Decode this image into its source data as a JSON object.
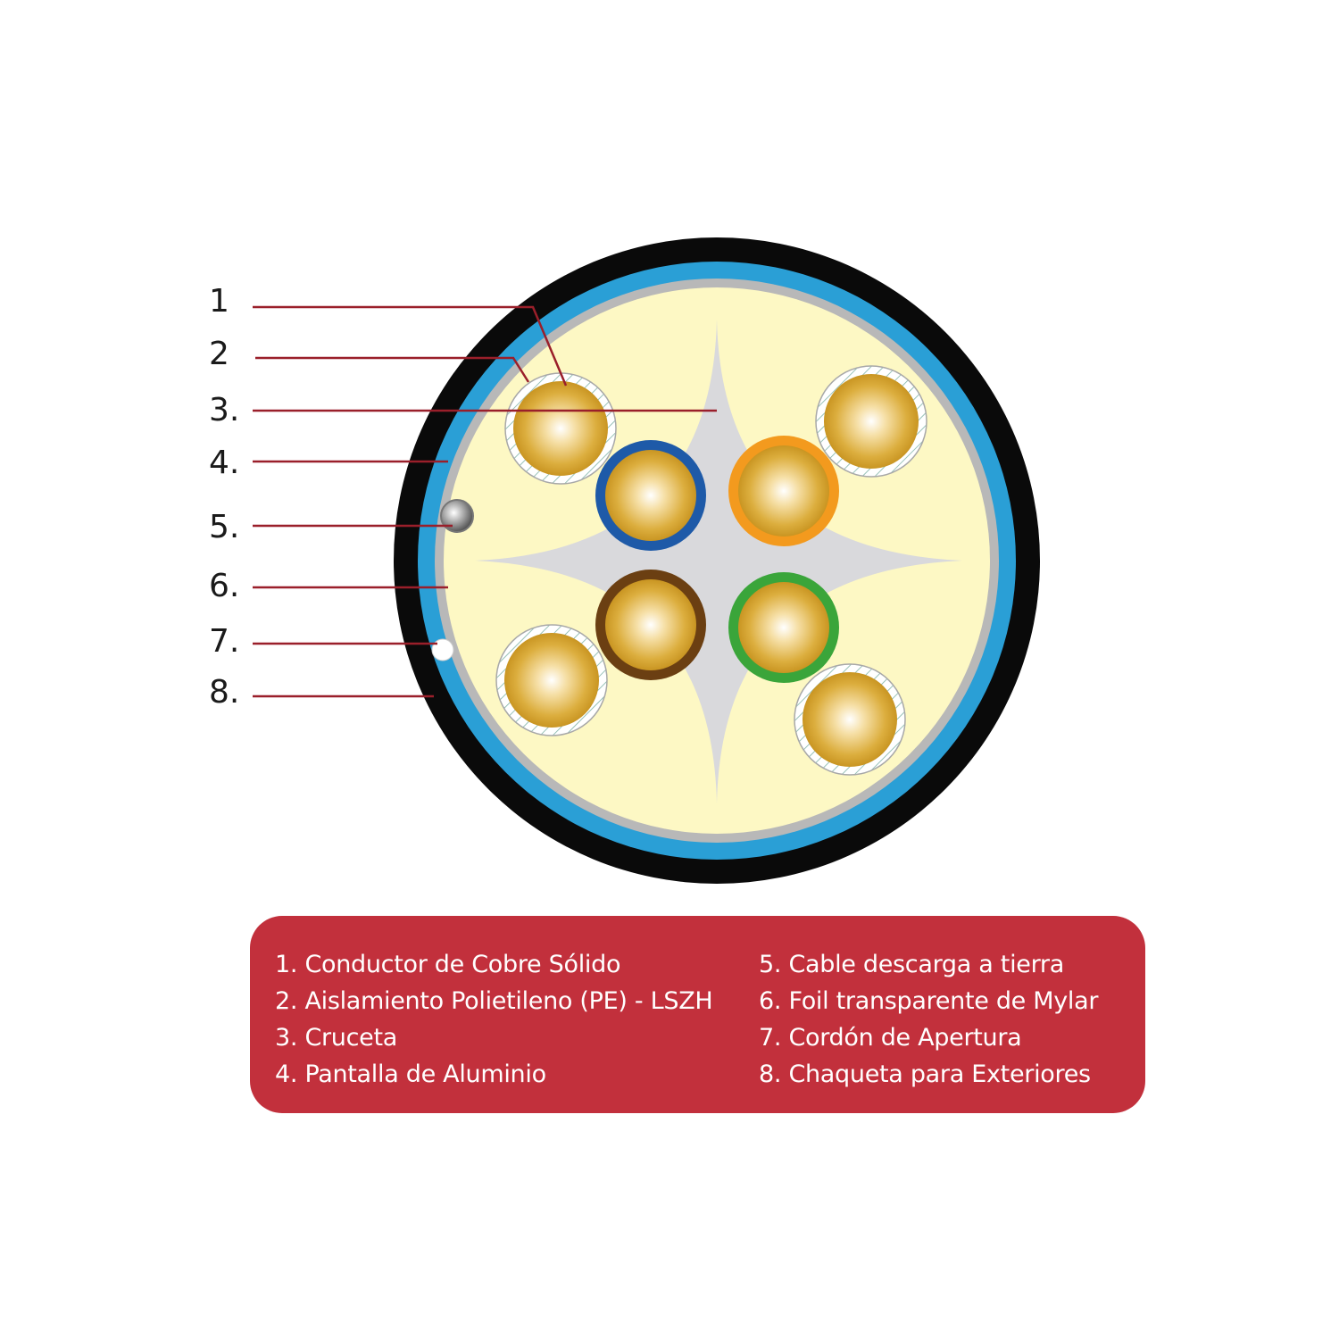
{
  "callouts": [
    {
      "num": "1",
      "line_color": "#9a1f2a"
    },
    {
      "num": "2",
      "line_color": "#9a1f2a"
    },
    {
      "num": "3.",
      "line_color": "#9a1f2a"
    },
    {
      "num": "4.",
      "line_color": "#9a1f2a"
    },
    {
      "num": "5.",
      "line_color": "#9a1f2a"
    },
    {
      "num": "6.",
      "line_color": "#9a1f2a"
    },
    {
      "num": "7.",
      "line_color": "#9a1f2a"
    },
    {
      "num": "8.",
      "line_color": "#9a1f2a"
    }
  ],
  "legend": {
    "background": "#c2303c",
    "left": [
      "1. Conductor de Cobre Sólido",
      "2. Aislamiento Polietileno (PE) - LSZH",
      "3. Cruceta",
      "4. Pantalla de Aluminio"
    ],
    "right": [
      "5. Cable descarga a tierra",
      "6. Foil transparente de Mylar",
      "7. Cordón de Apertura",
      "8. Chaqueta para Exteriores"
    ]
  },
  "colors": {
    "jacket": "#0a0a0a",
    "aluminum_shield": "#2a9fd6",
    "mylar_foil": "#b8b8b8",
    "filler": "#fdf8c4",
    "cross_spline": "#d9d9dc",
    "copper": "#d6a524",
    "pair_blue": "#1e5aa8",
    "pair_orange": "#f39a1e",
    "pair_brown": "#6b3f12",
    "pair_green": "#3aa53a",
    "white_insulation": "#ffffff",
    "drain_wire": "#8a8a8a",
    "ripcord": "#ffffff"
  }
}
